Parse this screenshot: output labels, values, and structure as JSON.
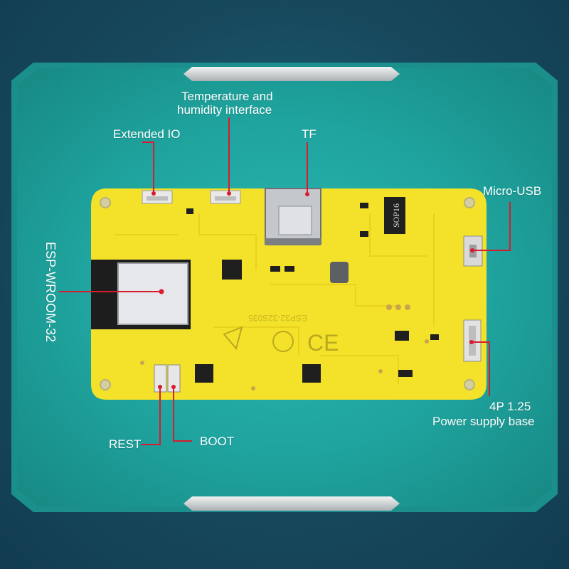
{
  "labels": {
    "temperature_line1": "Temperature and",
    "temperature_line2": "humidity interface",
    "extended_io": "Extended IO",
    "tf": "TF",
    "micro_usb": "Micro-USB",
    "esp_module": "ESP-WROOM-32",
    "power_line1": "4P 1.25",
    "power_line2": "Power supply base",
    "rest": "REST",
    "boot": "BOOT"
  },
  "board": {
    "chip_label": "SOP16",
    "silkscreen": "ESP32-32S035",
    "ce_mark": "CE"
  },
  "colors": {
    "board_yellow": "#f4e22a",
    "panel_teal": "#1fa39e",
    "background_navy": "#17465a",
    "leader_line": "#d81b2f",
    "label_text": "#ffffff"
  }
}
